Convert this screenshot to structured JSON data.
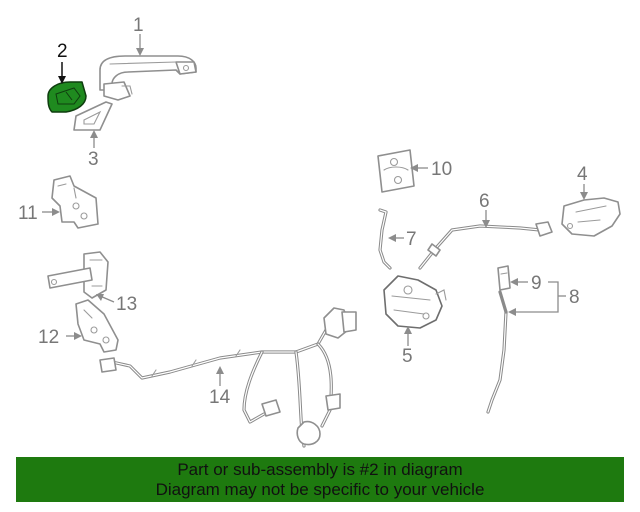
{
  "diagram": {
    "highlighted_part": "2",
    "callouts": [
      "1",
      "2",
      "3",
      "4",
      "5",
      "6",
      "7",
      "8",
      "9",
      "10",
      "11",
      "12",
      "13",
      "14"
    ]
  },
  "banner": {
    "line1": "Part or sub-assembly is #2 in diagram",
    "line2": "Diagram may not be specific to your vehicle"
  },
  "colors": {
    "highlight": "#1f8a1f",
    "banner": "#1e7a0f",
    "line_art": "#8f8f8f"
  }
}
